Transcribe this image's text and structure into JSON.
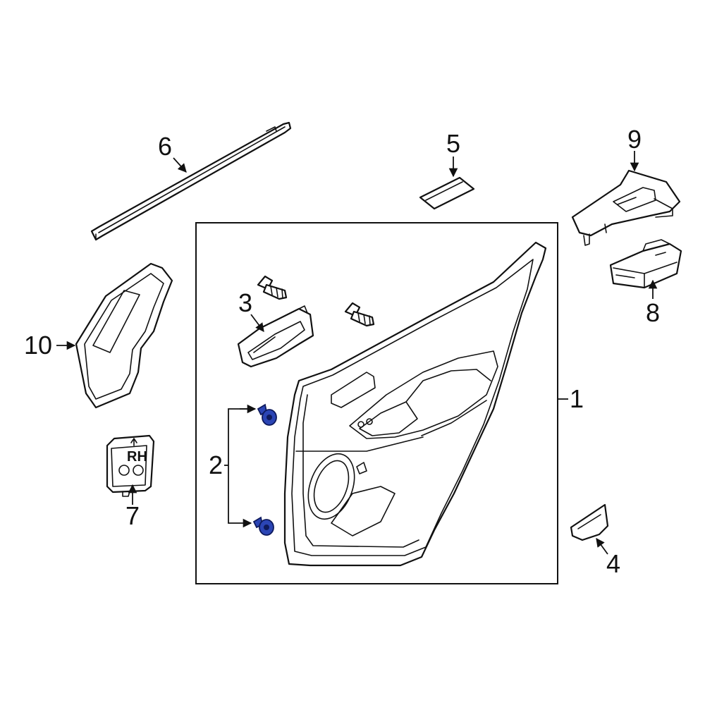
{
  "diagram": {
    "callouts": {
      "c1": "1",
      "c2": "2",
      "c3": "3",
      "c4": "4",
      "c5": "5",
      "c6": "6",
      "c7": "7",
      "c8": "8",
      "c9": "9",
      "c10": "10"
    },
    "switch_mark": "RH",
    "highlight_color": "#2b45b5"
  }
}
